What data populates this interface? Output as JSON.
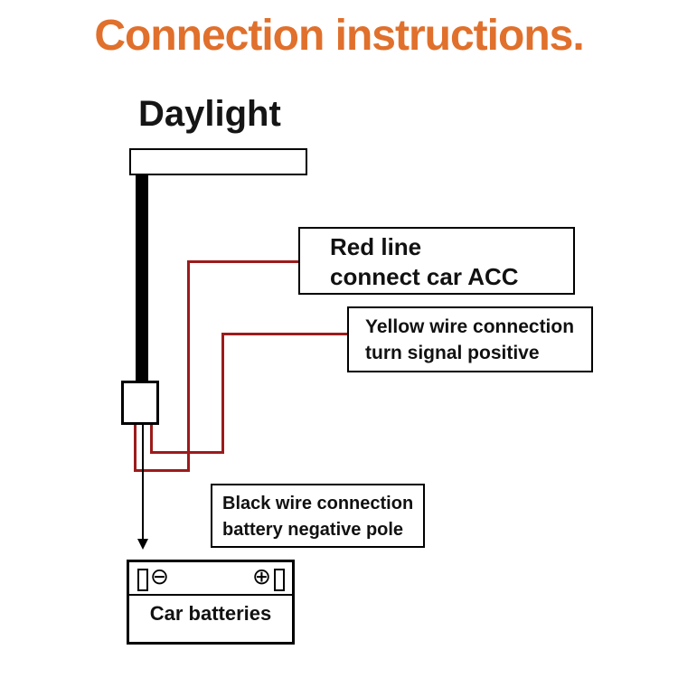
{
  "title": "Connection instructions.",
  "device": {
    "label": "Daylight"
  },
  "callouts": {
    "red_acc": {
      "line1": "Red line",
      "line2": "connect car ACC"
    },
    "yellow_turn": {
      "line1": "Yellow wire connection",
      "line2": "turn signal positive"
    },
    "black_ground": {
      "line1": "Black wire connection",
      "line2": "battery negative pole"
    }
  },
  "battery": {
    "label": "Car batteries",
    "negative_terminal": "⊖",
    "positive_terminal": "⊕"
  },
  "colors": {
    "title_orange": "#e0702c",
    "wire_red": "#9c1b1b",
    "wire_black": "#000000"
  }
}
